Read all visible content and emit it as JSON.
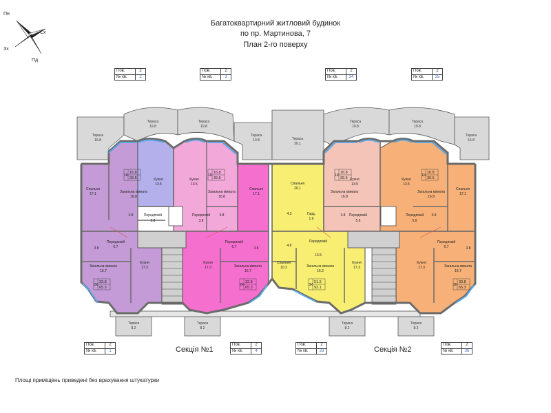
{
  "header": {
    "line1": "Багатоквартирний житловий будинок",
    "line2": "по пр. Мартинова, 7",
    "line3": "План 2-го поверху"
  },
  "compass": {
    "n": "Пн",
    "e": "Сх",
    "w": "Зх",
    "s": "Пд"
  },
  "sections": {
    "s1": "Секція №1",
    "s2": "Секція №2"
  },
  "note": "Площі приміщень приведені без врахування штукатурки",
  "info_boxes": [
    {
      "floor_label": "Пов.",
      "floor": "2",
      "apt_label": "№ кв.",
      "apt": "2"
    },
    {
      "floor_label": "Пов.",
      "floor": "2",
      "apt_label": "№ кв.",
      "apt": "3"
    },
    {
      "floor_label": "Пов.",
      "floor": "2",
      "apt_label": "№ кв.",
      "apt": "34"
    },
    {
      "floor_label": "Пов.",
      "floor": "2",
      "apt_label": "№ кв.",
      "apt": "35"
    },
    {
      "floor_label": "Пов.",
      "floor": "2",
      "apt_label": "№ кв.",
      "apt": "1"
    },
    {
      "floor_label": "Пов.",
      "floor": "2",
      "apt_label": "№ кв.",
      "apt": "4"
    },
    {
      "floor_label": "Пов.",
      "floor": "2",
      "apt_label": "№ кв.",
      "apt": "33"
    },
    {
      "floor_label": "Пов.",
      "floor": "2",
      "apt_label": "№ кв.",
      "apt": "36"
    }
  ],
  "terraces": [
    {
      "label": "Тераса",
      "area": "16.8"
    },
    {
      "label": "Тераса",
      "area": "19.8"
    },
    {
      "label": "Тераса",
      "area": "19.8"
    },
    {
      "label": "Тераса",
      "area": "10.8"
    },
    {
      "label": "Тераса",
      "area": "20.1"
    },
    {
      "label": "Тераса",
      "area": "19.8"
    },
    {
      "label": "Тераса",
      "area": "19.8"
    },
    {
      "label": "Тераса",
      "area": "16.8"
    },
    {
      "label": "Тераса",
      "area": "8.2"
    },
    {
      "label": "Тераса",
      "area": "8.2"
    },
    {
      "label": "Тераса",
      "area": "8.2"
    },
    {
      "label": "Тераса",
      "area": "8.2"
    }
  ],
  "rooms": [
    {
      "label": "Спальня",
      "area": "17.1"
    },
    {
      "label": "Кухня",
      "area": "13.5"
    },
    {
      "label": "Загальна кімната",
      "area": "16.8"
    },
    {
      "label": "Передпокій",
      "area": "3.8"
    },
    {
      "label": "",
      "area": "3.8"
    },
    {
      "label": "Кухня",
      "area": "13.5"
    },
    {
      "label": "Загальна кімната",
      "area": "16.8"
    },
    {
      "label": "Передпокій",
      "area": "3.8"
    },
    {
      "label": "",
      "area": "3.8"
    },
    {
      "label": "Спальня",
      "area": "17.1"
    },
    {
      "label": "Спальня",
      "area": "20.1"
    },
    {
      "label": "",
      "area": "4.3"
    },
    {
      "label": "Гард.",
      "area": "1.6"
    },
    {
      "label": "Передпокій",
      "area": "13.5"
    },
    {
      "label": "Кухня",
      "area": "13.5"
    },
    {
      "label": "Загальна кімната",
      "area": "16.8"
    },
    {
      "label": "Передпокій",
      "area": "5.6"
    },
    {
      "label": "",
      "area": "3.8"
    },
    {
      "label": "Кухня",
      "area": "13.5"
    },
    {
      "label": "Загальна кімната",
      "area": "16.8"
    },
    {
      "label": "Передпокій",
      "area": "5.6"
    },
    {
      "label": "",
      "area": "3.8"
    },
    {
      "label": "Спальня",
      "area": "17.1"
    },
    {
      "label": "Передпокій",
      "area": "6.7"
    },
    {
      "label": "",
      "area": "3.8"
    },
    {
      "label": "Загальна кімната",
      "area": "16.7"
    },
    {
      "label": "Кухня",
      "area": "17.3"
    },
    {
      "label": "Кухня",
      "area": "17.3"
    },
    {
      "label": "Передпокій",
      "area": "6.7"
    },
    {
      "label": "",
      "area": "3.8"
    },
    {
      "label": "Загальна кімната",
      "area": "16.7"
    },
    {
      "label": "",
      "area": "4.8"
    },
    {
      "label": "Спальня",
      "area": "10.2"
    },
    {
      "label": "Загальна кімната",
      "area": "16.2"
    },
    {
      "label": "Кухня",
      "area": "17.3"
    },
    {
      "label": "Кухня",
      "area": "17.3"
    },
    {
      "label": "Передпокій",
      "area": "6.7"
    },
    {
      "label": "",
      "area": "3.8"
    },
    {
      "label": "Загальна кімната",
      "area": "16.7"
    }
  ],
  "apt_stats": [
    {
      "rooms": "1К",
      "living": "16.8",
      "total": "39.5"
    },
    {
      "rooms": "1К",
      "living": "16.8",
      "total": "39.5"
    },
    {
      "rooms": "1К",
      "living": "16.8",
      "total": "39.5"
    },
    {
      "rooms": "1К",
      "living": "16.8",
      "total": "39.5"
    },
    {
      "rooms": "2К",
      "living": "33.8",
      "total": "65.3"
    },
    {
      "rooms": "2К",
      "living": "33.8",
      "total": "65.3"
    },
    {
      "rooms": "3К",
      "living": "51.5",
      "total": "93.1"
    },
    {
      "rooms": "2К",
      "living": "33.8",
      "total": "65.3"
    }
  ],
  "colors": {
    "violet": "#c49bd6",
    "lavender": "#b3b0ec",
    "pink": "#f2a8d9",
    "magenta": "#f56fce",
    "yellow": "#f7ee72",
    "salmon": "#f5c4b8",
    "orange": "#f7b178",
    "terrace": "#d9d9d9",
    "wall": "#6b6b6b",
    "window": "#5aa9e6"
  }
}
